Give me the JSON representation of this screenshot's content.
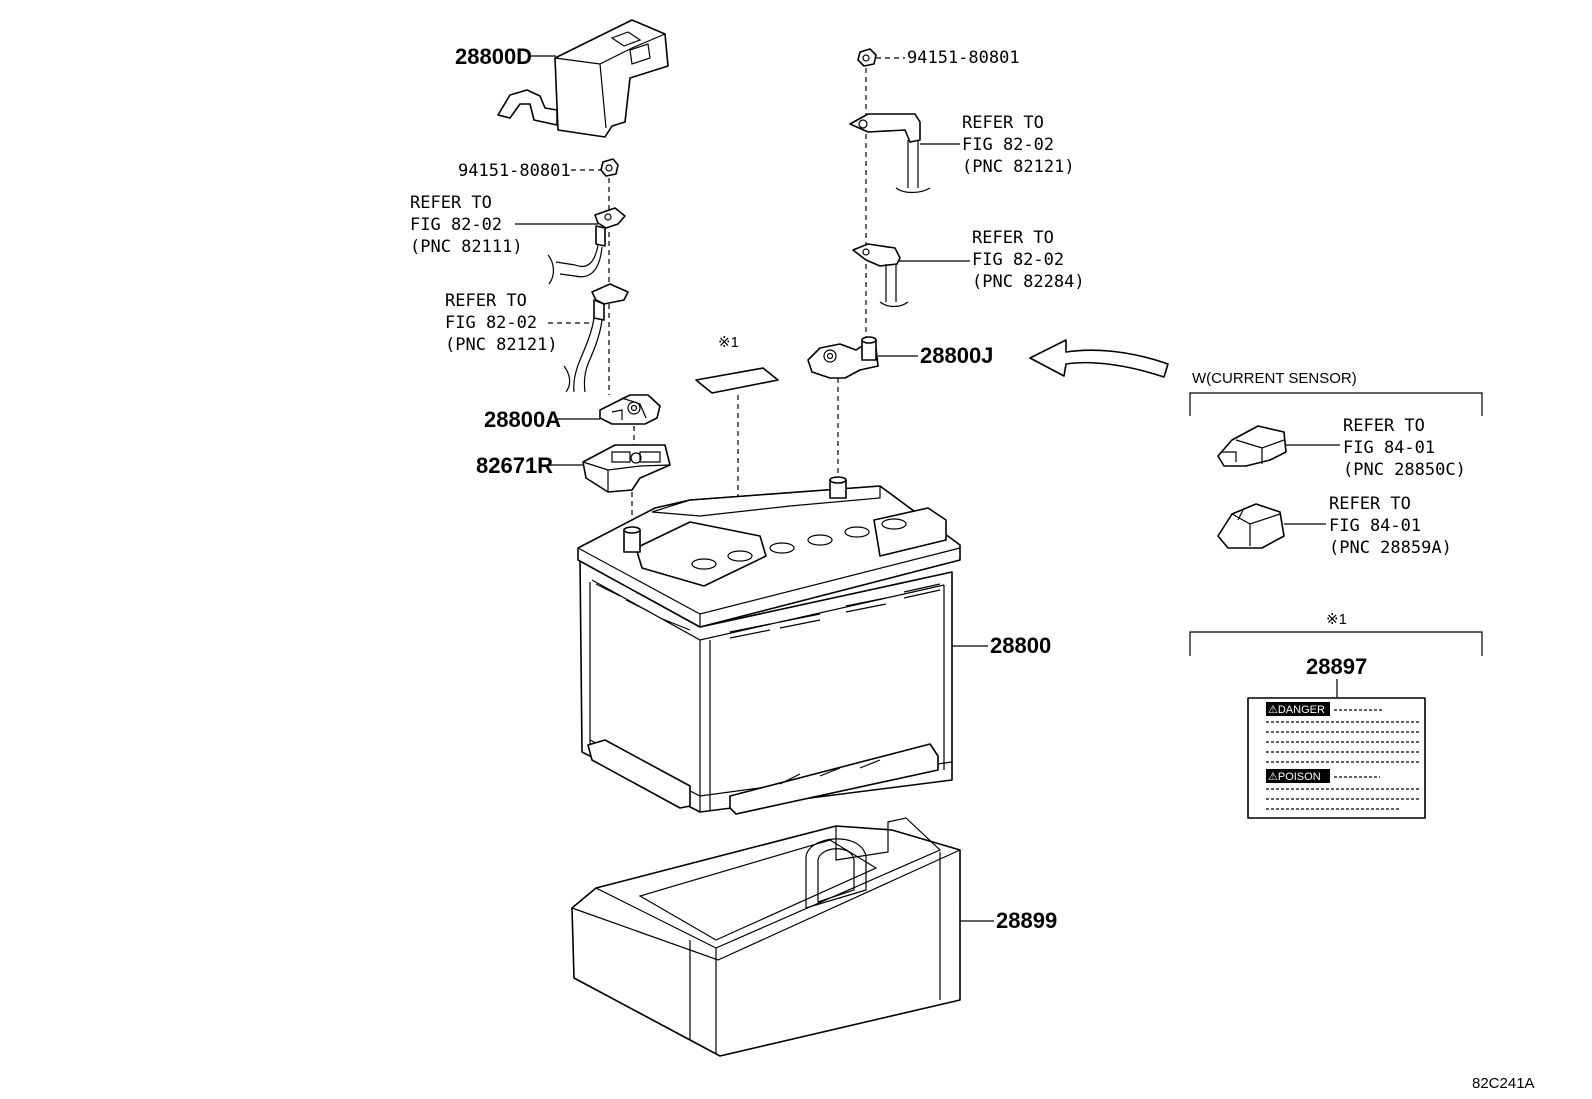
{
  "labels": {
    "p_28800D": "28800D",
    "nut_right": "94151-80801",
    "nut_left": "94151-80801",
    "ref_r1": [
      "REFER TO",
      "FIG 82-02",
      "(PNC 82121)"
    ],
    "ref_l1": [
      "REFER TO",
      "FIG 82-02",
      "(PNC 82111)"
    ],
    "ref_r2": [
      "REFER TO",
      "FIG 82-02",
      "(PNC 82284)"
    ],
    "ref_l2": [
      "REFER TO",
      "FIG 82-02",
      "(PNC 82121)"
    ],
    "note_mark": "※1",
    "p_28800J": "28800J",
    "p_28800A": "28800A",
    "p_82671R": "82671R",
    "p_28800": "28800",
    "p_28899": "28899",
    "p_28897": "28897"
  },
  "sensor_box": {
    "title": "W(CURRENT SENSOR)",
    "ref_a": [
      "REFER TO",
      "FIG 84-01",
      "(PNC 28850C)"
    ],
    "ref_b": [
      "REFER TO",
      "FIG 84-01",
      "(PNC 28859A)"
    ]
  },
  "label_box": {
    "title": "※1",
    "danger": "⚠DANGER",
    "poison": "⚠POISON"
  },
  "figure_code": "82C241A"
}
